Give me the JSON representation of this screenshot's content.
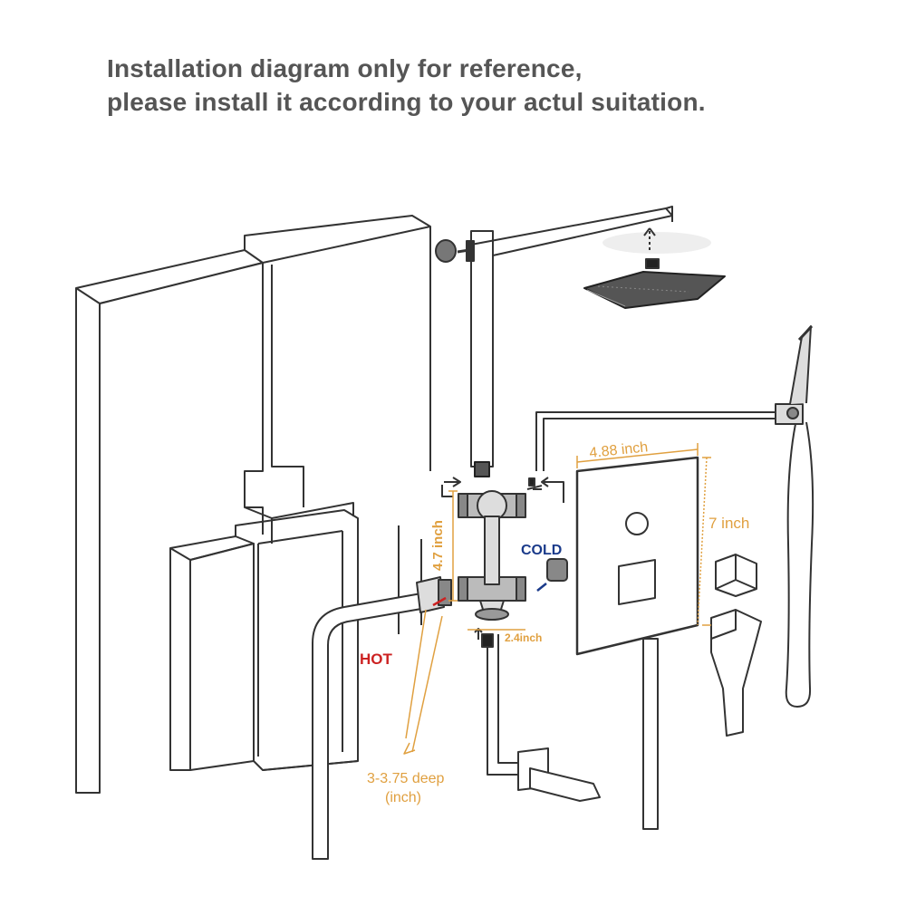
{
  "header": {
    "line1": "Installation diagram only for reference,",
    "line2": "please install it according to your actul suitation."
  },
  "labels": {
    "width_panel": "4.88 inch",
    "height_panel": "7 inch",
    "valve_height": "4.7 inch",
    "valve_width": "2.4inch",
    "depth_line1": "3-3.75 deep",
    "depth_line2": "(inch)",
    "cold": "COLD",
    "hot": "HOT"
  },
  "colors": {
    "dimension": "#e0a040",
    "hot": "#cc2222",
    "cold": "#1a3a8a",
    "line": "#333333",
    "title": "#555555"
  }
}
